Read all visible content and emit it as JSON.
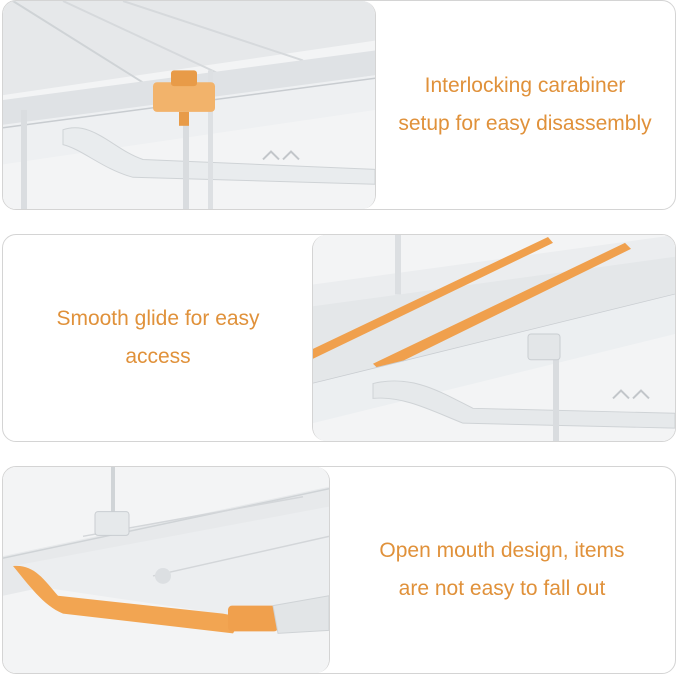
{
  "colors": {
    "accent": "#e0913a",
    "border": "#d4d4d4",
    "background": "#ffffff"
  },
  "features": [
    {
      "lines": [
        "Interlocking carabiner",
        "setup for easy disassembly"
      ]
    },
    {
      "lines": [
        "Smooth glide for easy",
        "access"
      ]
    },
    {
      "lines": [
        "Open mouth design, items",
        "are not easy to fall out"
      ]
    }
  ]
}
